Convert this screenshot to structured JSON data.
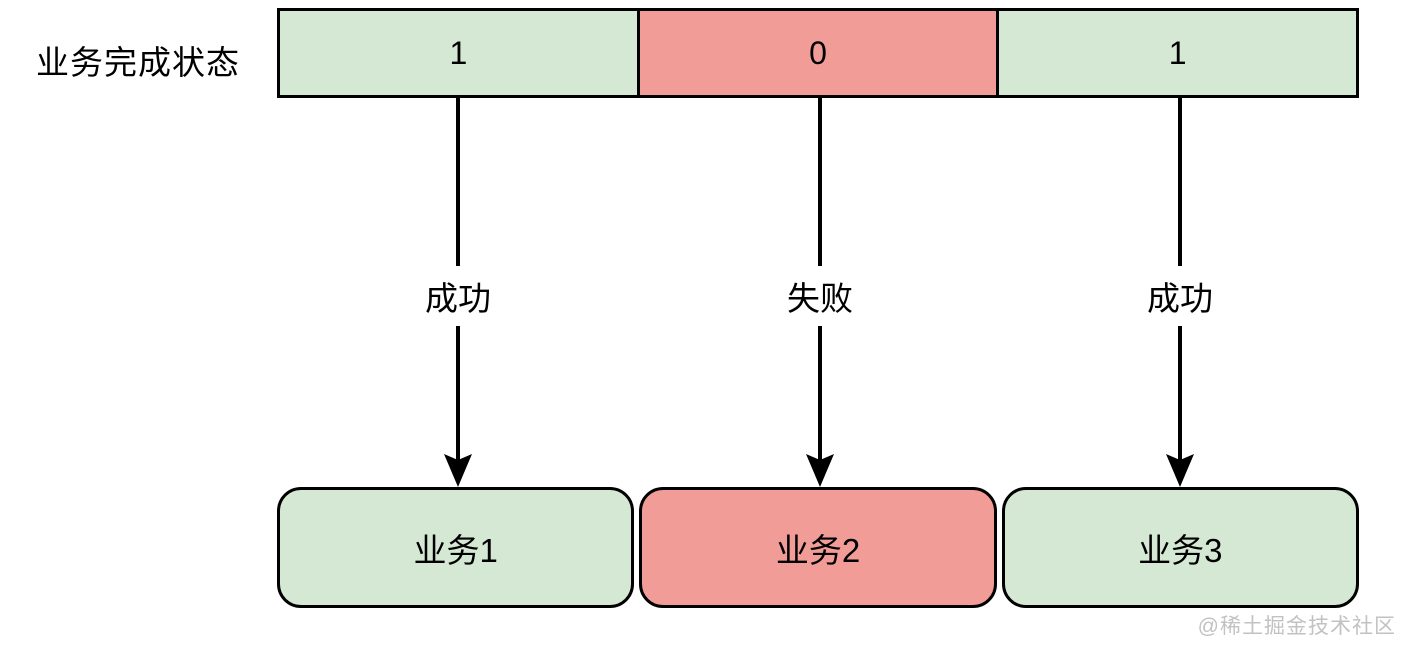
{
  "diagram": {
    "row_label": "业务完成状态",
    "status_cells": [
      {
        "value": "1",
        "status": "success",
        "fill": "#d5e8d4"
      },
      {
        "value": "0",
        "status": "fail",
        "fill": "#f19c97"
      },
      {
        "value": "1",
        "status": "success",
        "fill": "#d5e8d4"
      }
    ],
    "arrows": [
      {
        "label": "成功"
      },
      {
        "label": "失败"
      },
      {
        "label": "成功"
      }
    ],
    "business_boxes": [
      {
        "label": "业务1",
        "status": "success",
        "fill": "#d5e8d4"
      },
      {
        "label": "业务2",
        "status": "fail",
        "fill": "#f19c97"
      },
      {
        "label": "业务3",
        "status": "success",
        "fill": "#d5e8d4"
      }
    ],
    "watermark": "@稀土掘金技术社区",
    "colors": {
      "border": "#000000",
      "success_fill": "#d5e8d4",
      "fail_fill": "#f19c97",
      "arrow": "#000000",
      "watermark": "#c2c2c2"
    }
  }
}
